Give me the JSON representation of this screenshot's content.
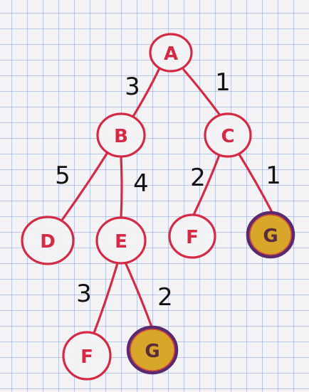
{
  "colors": {
    "ink": "#d42a45",
    "weight_ink": "#121212",
    "goal_fill": "#d8a72a",
    "goal_ring": "#5a2a6e",
    "goal_text": "#5a2a3e"
  },
  "nodes": [
    {
      "id": "n-a",
      "label": "A",
      "goal": false
    },
    {
      "id": "n-b",
      "label": "B",
      "goal": false
    },
    {
      "id": "n-c",
      "label": "C",
      "goal": false
    },
    {
      "id": "n-d",
      "label": "D",
      "goal": false
    },
    {
      "id": "n-e",
      "label": "E",
      "goal": false
    },
    {
      "id": "n-f1",
      "label": "F",
      "goal": false
    },
    {
      "id": "n-g1",
      "label": "G",
      "goal": true
    },
    {
      "id": "n-f2",
      "label": "F",
      "goal": false
    },
    {
      "id": "n-g2",
      "label": "G",
      "goal": true
    }
  ],
  "edges": [
    {
      "from": "n-a",
      "to": "n-b",
      "weight": "3"
    },
    {
      "from": "n-a",
      "to": "n-c",
      "weight": "1"
    },
    {
      "from": "n-b",
      "to": "n-d",
      "weight": "5"
    },
    {
      "from": "n-b",
      "to": "n-e",
      "weight": "4"
    },
    {
      "from": "n-c",
      "to": "n-f1",
      "weight": "2"
    },
    {
      "from": "n-c",
      "to": "n-g1",
      "weight": "1"
    },
    {
      "from": "n-e",
      "to": "n-f2",
      "weight": "3"
    },
    {
      "from": "n-e",
      "to": "n-g2",
      "weight": "2"
    }
  ]
}
